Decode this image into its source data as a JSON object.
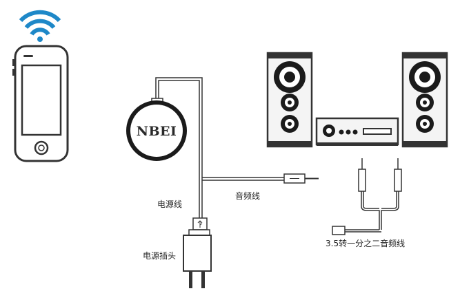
{
  "device_logo": "NBEI",
  "labels": {
    "power_cable": "电源线",
    "audio_cable": "音频线",
    "power_adapter": "电源插头",
    "splitter_cable": "3.5转一分之二音频线"
  },
  "colors": {
    "wifi": "#1e88c8",
    "outline": "#333333",
    "speaker_body": "#f4f4f4",
    "panel_dark": "#1b1b1b"
  }
}
